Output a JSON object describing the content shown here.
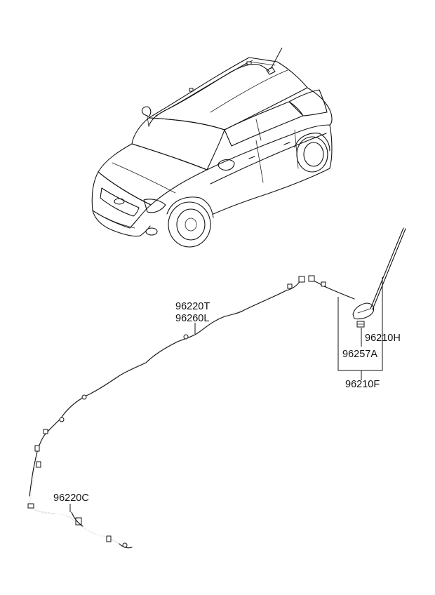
{
  "labels": {
    "p96220T": "96220T",
    "p96260L": "96260L",
    "p96210H": "96210H",
    "p96257A": "96257A",
    "p96210F": "96210F",
    "p96220C": "96220C"
  }
}
